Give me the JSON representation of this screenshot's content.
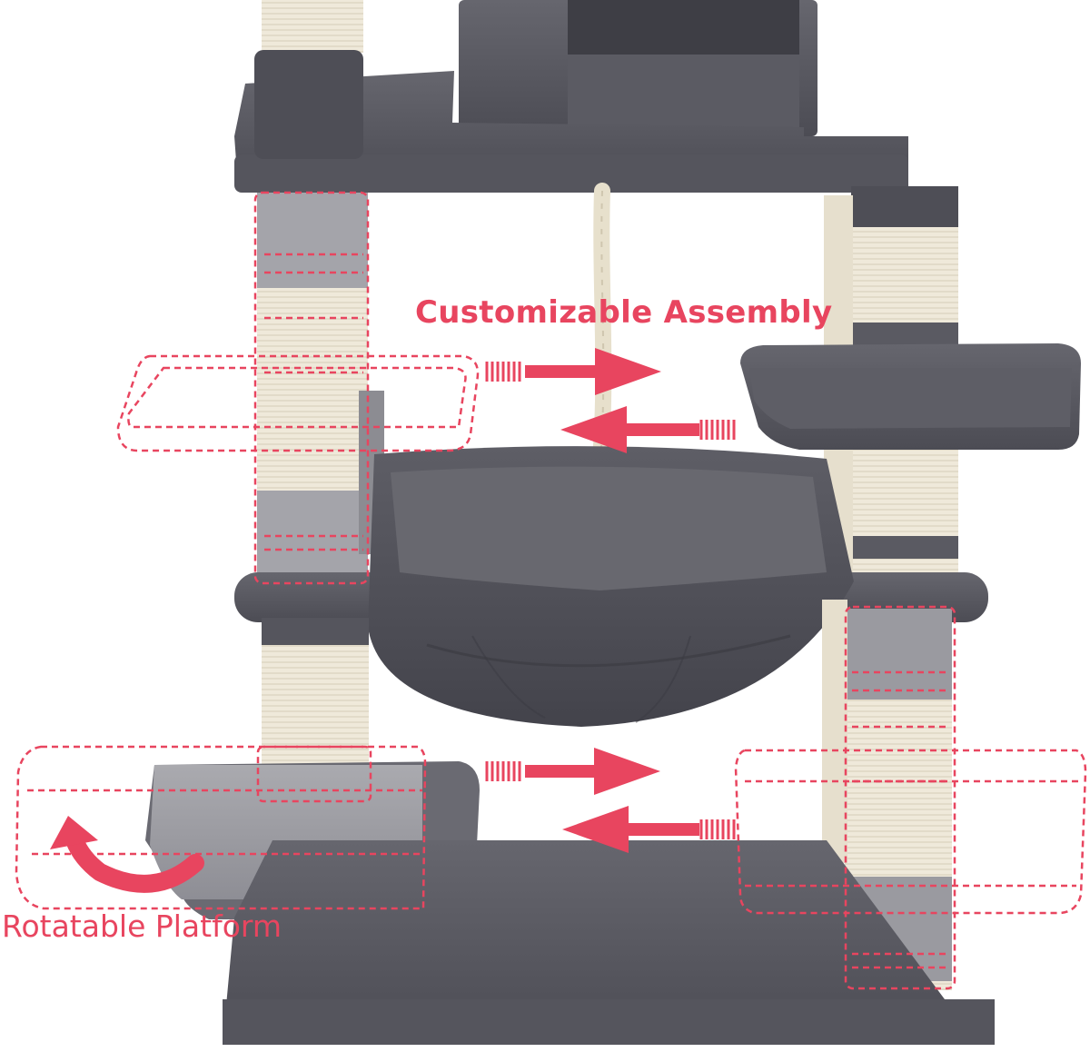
{
  "image": {
    "subject": "cat-tree",
    "colors": {
      "plush_dark": "#56565e",
      "plush_mid": "#6c6c74",
      "plush_light": "#9e9ea4",
      "sisal": "#efe9da",
      "accent_red": "#e8455f",
      "background": "#ffffff"
    }
  },
  "callouts": {
    "assembly_label": "Customizable Assembly",
    "rotatable_label": "Rotatable Platform"
  },
  "icons": {
    "swap_arrows": "double-direction-arrow-icon",
    "rotate_arrow": "curved-rotate-arrow-icon"
  }
}
